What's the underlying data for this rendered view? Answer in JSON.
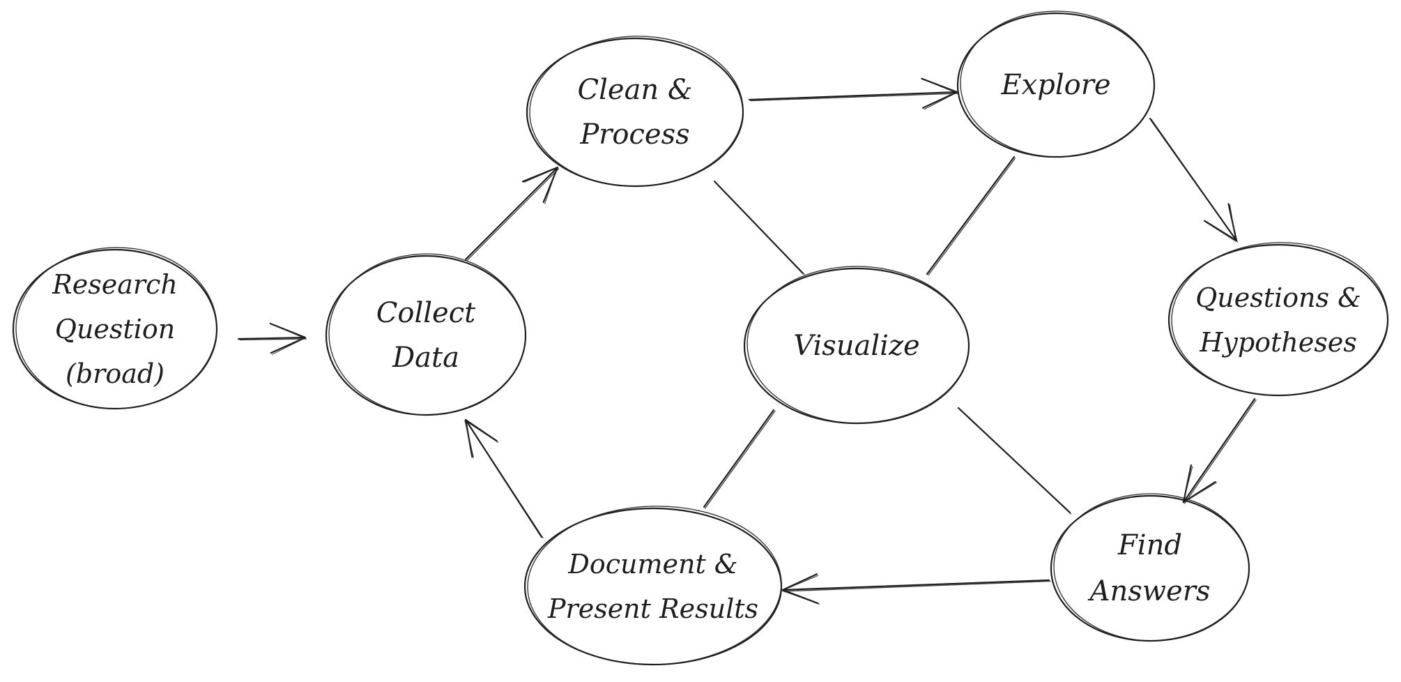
{
  "diagram": {
    "nodes": [
      {
        "id": "research-question",
        "lines": [
          "Research",
          "Question",
          "(broad)"
        ]
      },
      {
        "id": "collect-data",
        "lines": [
          "Collect",
          "Data"
        ]
      },
      {
        "id": "clean-process",
        "lines": [
          "Clean &",
          "Process"
        ]
      },
      {
        "id": "explore",
        "lines": [
          "Explore"
        ]
      },
      {
        "id": "questions-hypotheses",
        "lines": [
          "Questions &",
          "Hypotheses"
        ]
      },
      {
        "id": "find-answers",
        "lines": [
          "Find",
          "Answers"
        ]
      },
      {
        "id": "document-present",
        "lines": [
          "Document &",
          "Present Results"
        ]
      },
      {
        "id": "visualize",
        "lines": [
          "Visualize"
        ]
      }
    ],
    "edges": [
      {
        "from": "research-question",
        "to": "collect-data",
        "arrow": true
      },
      {
        "from": "collect-data",
        "to": "clean-process",
        "arrow": true
      },
      {
        "from": "clean-process",
        "to": "explore",
        "arrow": true
      },
      {
        "from": "explore",
        "to": "questions-hypotheses",
        "arrow": true
      },
      {
        "from": "questions-hypotheses",
        "to": "find-answers",
        "arrow": true
      },
      {
        "from": "find-answers",
        "to": "document-present",
        "arrow": true
      },
      {
        "from": "document-present",
        "to": "collect-data",
        "arrow": true
      },
      {
        "from": "visualize",
        "to": "clean-process",
        "arrow": false
      },
      {
        "from": "visualize",
        "to": "explore",
        "arrow": false
      },
      {
        "from": "visualize",
        "to": "find-answers",
        "arrow": false
      },
      {
        "from": "visualize",
        "to": "document-present",
        "arrow": false
      }
    ]
  }
}
